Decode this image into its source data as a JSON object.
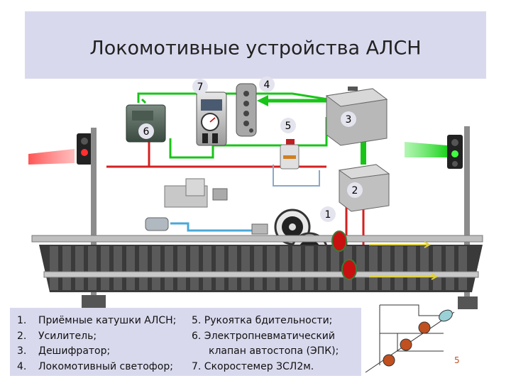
{
  "title": "Локомотивные устройства АЛСН",
  "markers": [
    "1",
    "2",
    "3",
    "4",
    "5",
    "6",
    "7"
  ],
  "legend": {
    "left": [
      {
        "num": "1.",
        "text": "Приёмные катушки АЛСН;"
      },
      {
        "num": "2.",
        "text": "Усилитель;"
      },
      {
        "num": "3.",
        "text": "Дешифратор;"
      },
      {
        "num": "4.",
        "text": "Локомотивный светофор;"
      }
    ],
    "right": [
      "5. Рукоятка бдительности;",
      "6. Электропневматический",
      "клапан автостопа (ЭПК);",
      "7. Скоростемер ЗСЛ2м."
    ]
  },
  "inset_label": "5",
  "colors": {
    "panel": "#d9d9ee",
    "green_line": "#19c419",
    "red_line": "#d42020",
    "blue_line": "#4aa8d8",
    "marker_fill": "#e4e4ee"
  }
}
